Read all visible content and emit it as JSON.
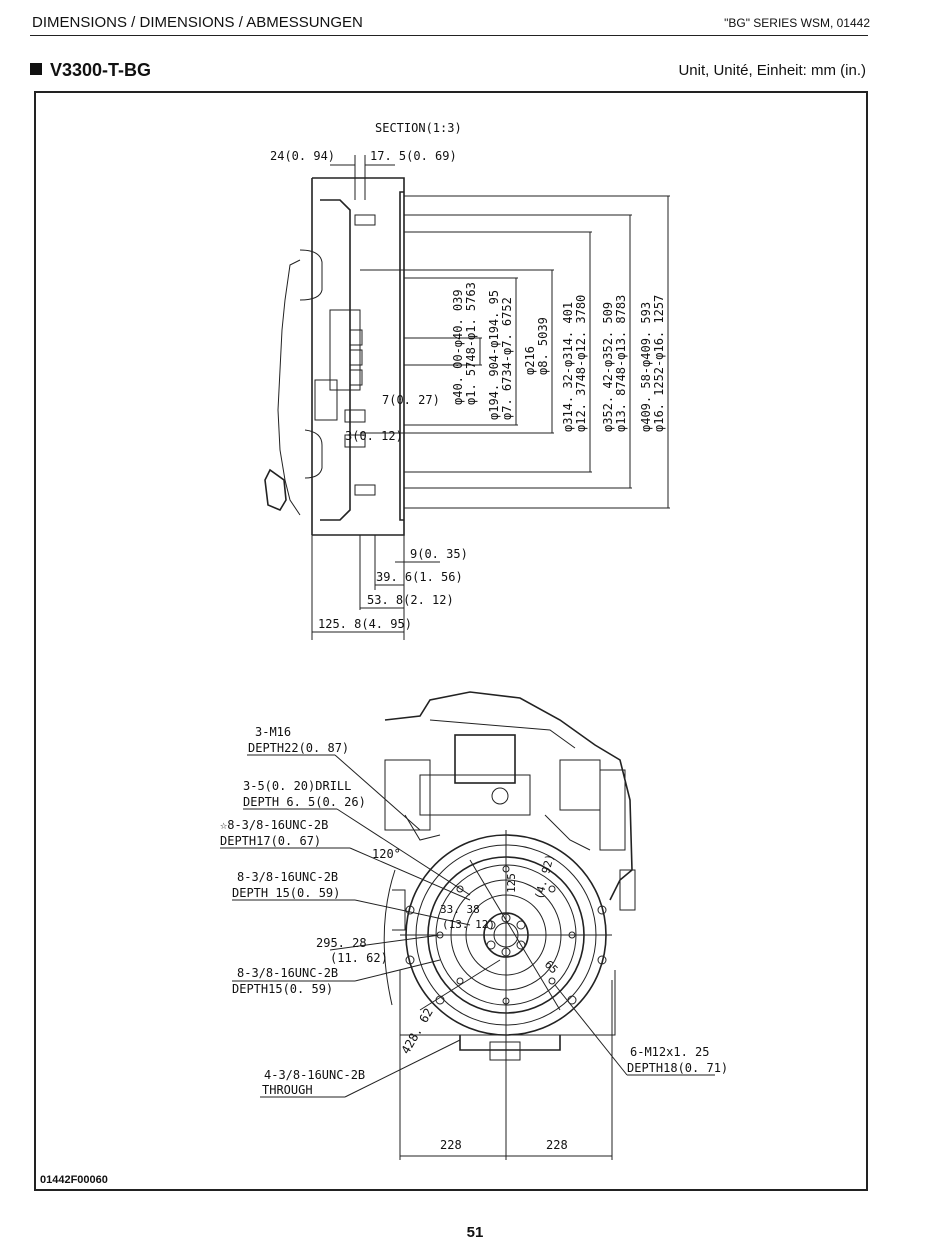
{
  "header": {
    "title": "DIMENSIONS / DIMENSIONS / ABMESSUNGEN",
    "series": "\"BG\" SERIES  WSM, 01442"
  },
  "model": "V3300-T-BG",
  "unit": "Unit, Unité, Einheit: mm (in.)",
  "section_view": {
    "title": "SECTION(1:3)",
    "dims": {
      "d24": "24(0. 94)",
      "d17": "17. 5(0. 69)",
      "d7": "7(0. 27)",
      "d3": "3(0. 12)",
      "d9": "9(0. 35)",
      "d39": "39. 6(1. 56)",
      "d53": "53. 8(2. 12)",
      "d125": "125. 8(4. 95)",
      "dia40_a": "φ40. 00-φ40. 039",
      "dia40_b": "φ1. 5748-φ1. 5763",
      "dia194_a": "φ194. 904-φ194. 95",
      "dia194_b": "φ7. 6734-φ7. 6752",
      "dia216_a": "φ216",
      "dia216_b": "φ8. 5039",
      "dia314_a": "φ314. 32-φ314. 401",
      "dia314_b": "φ12. 3748-φ12. 3780",
      "dia352_a": "φ352. 42-φ352. 509",
      "dia352_b": "φ13. 8748-φ13. 8783",
      "dia409_a": "φ409. 58-φ409. 593",
      "dia409_b": "φ16. 1252-φ16. 1257"
    }
  },
  "front_view": {
    "callouts": {
      "m16_a": "3-M16",
      "m16_b": "DEPTH22(0. 87)",
      "drill_a": "3-5(0. 20)DRILL",
      "drill_b": "DEPTH 6. 5(0. 26)",
      "unc17_a": "☆8-3/8-16UNC-2B",
      "unc17_b": "DEPTH17(0. 67)",
      "angle": "120°",
      "unc15_a": "8-3/8-16UNC-2B",
      "unc15_b": "DEPTH 15(0. 59)",
      "d295_a": "295. 28",
      "d295_b": "(11. 62)",
      "unc15c_a": "8-3/8-16UNC-2B",
      "unc15c_b": "DEPTH15(0. 59)",
      "thru_a": "4-3/8-16UNC-2B",
      "thru_b": "THROUGH",
      "m12_a": "6-M12x1. 25",
      "m12_b": "DEPTH18(0. 71)",
      "d228_l": "228",
      "d228_r": "228",
      "d428": "428. 62",
      "d33": "33. 38",
      "d13": "(13. 12)",
      "d125b": "125",
      "d492": "(4. 92)",
      "d65": "65"
    }
  },
  "figure_code": "01442F00060",
  "page_number": "51"
}
